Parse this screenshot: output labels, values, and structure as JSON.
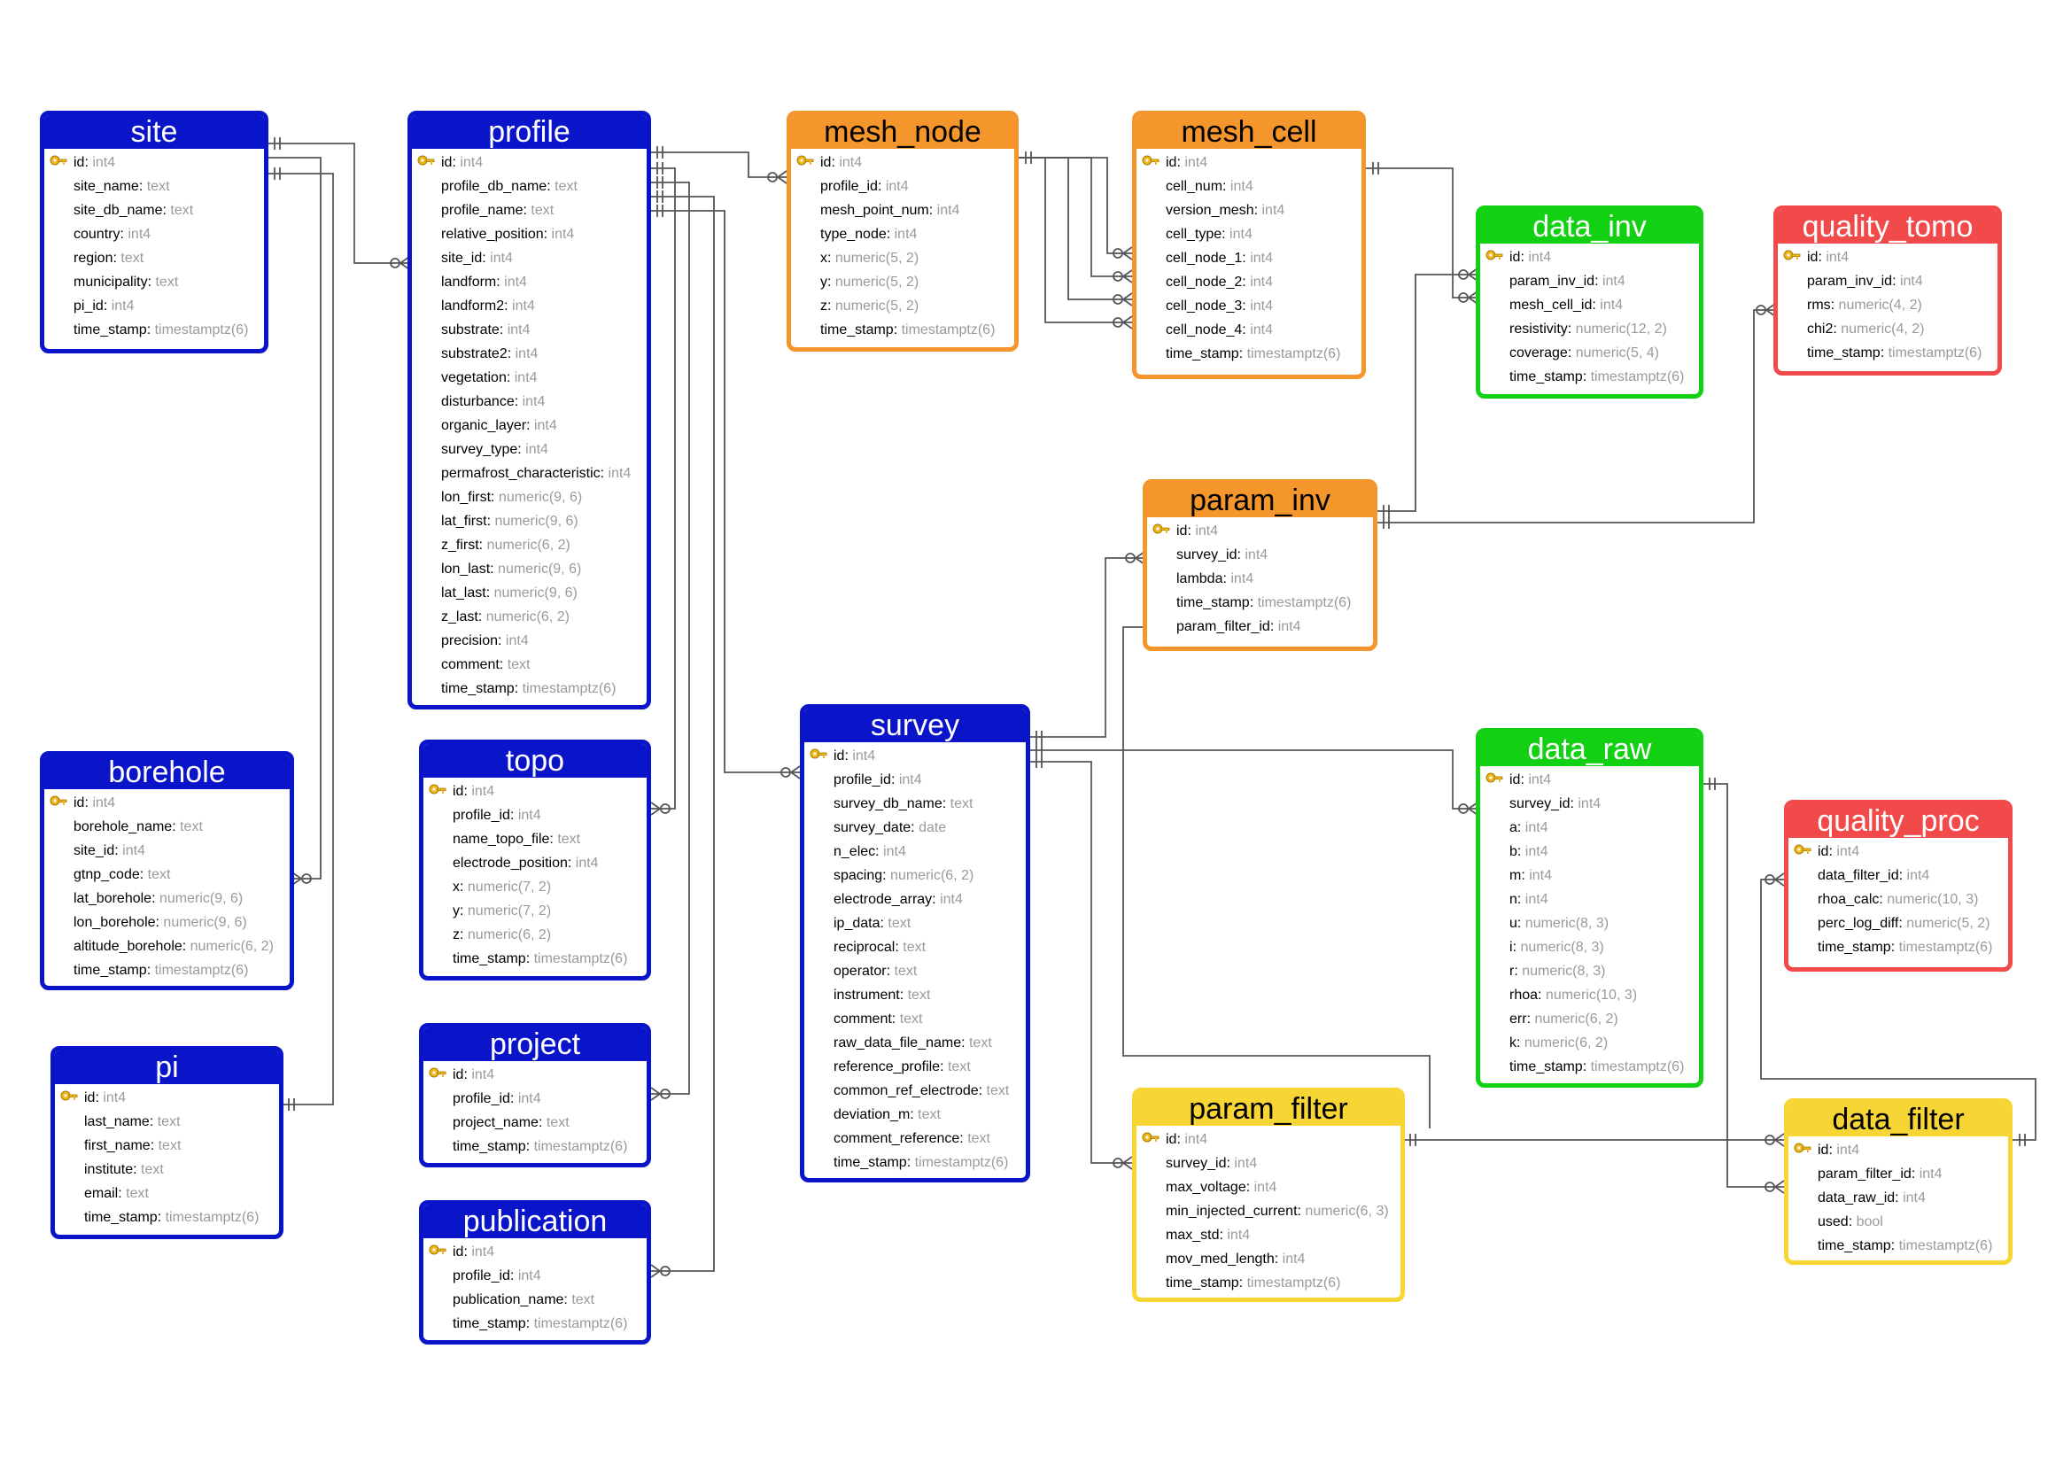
{
  "colors": {
    "core": "#0a14c8",
    "mesh": "#f5962c",
    "inversion_data": "#12d012",
    "quality": "#f24a4a",
    "filter": "#f6d534"
  },
  "icons": {
    "primary_key": "key-icon"
  },
  "tables": {
    "site": {
      "title": "site",
      "fields": [
        {
          "name": "id",
          "type": "int4",
          "pk": true
        },
        {
          "name": "site_name",
          "type": "text"
        },
        {
          "name": "site_db_name",
          "type": "text"
        },
        {
          "name": "country",
          "type": "int4"
        },
        {
          "name": "region",
          "type": "text"
        },
        {
          "name": "municipality",
          "type": "text"
        },
        {
          "name": "pi_id",
          "type": "int4"
        },
        {
          "name": "time_stamp",
          "type": "timestamptz(6)"
        }
      ]
    },
    "profile": {
      "title": "profile",
      "fields": [
        {
          "name": "id",
          "type": "int4",
          "pk": true
        },
        {
          "name": "profile_db_name",
          "type": "text"
        },
        {
          "name": "profile_name",
          "type": "text"
        },
        {
          "name": "relative_position",
          "type": "int4"
        },
        {
          "name": "site_id",
          "type": "int4"
        },
        {
          "name": "landform",
          "type": "int4"
        },
        {
          "name": "landform2",
          "type": "int4"
        },
        {
          "name": "substrate",
          "type": "int4"
        },
        {
          "name": "substrate2",
          "type": "int4"
        },
        {
          "name": "vegetation",
          "type": "int4"
        },
        {
          "name": "disturbance",
          "type": "int4"
        },
        {
          "name": "organic_layer",
          "type": "int4"
        },
        {
          "name": "survey_type",
          "type": "int4"
        },
        {
          "name": "permafrost_characteristic",
          "type": "int4"
        },
        {
          "name": "lon_first",
          "type": "numeric(9, 6)"
        },
        {
          "name": "lat_first",
          "type": "numeric(9, 6)"
        },
        {
          "name": "z_first",
          "type": "numeric(6, 2)"
        },
        {
          "name": "lon_last",
          "type": "numeric(9, 6)"
        },
        {
          "name": "lat_last",
          "type": "numeric(9, 6)"
        },
        {
          "name": "z_last",
          "type": "numeric(6, 2)"
        },
        {
          "name": "precision",
          "type": "int4"
        },
        {
          "name": "comment",
          "type": "text"
        },
        {
          "name": "time_stamp",
          "type": "timestamptz(6)"
        }
      ]
    },
    "borehole": {
      "title": "borehole",
      "fields": [
        {
          "name": "id",
          "type": "int4",
          "pk": true
        },
        {
          "name": "borehole_name",
          "type": "text"
        },
        {
          "name": "site_id",
          "type": "int4"
        },
        {
          "name": "gtnp_code",
          "type": "text"
        },
        {
          "name": "lat_borehole",
          "type": "numeric(9, 6)"
        },
        {
          "name": "lon_borehole",
          "type": "numeric(9, 6)"
        },
        {
          "name": "altitude_borehole",
          "type": "numeric(6, 2)"
        },
        {
          "name": "time_stamp",
          "type": "timestamptz(6)"
        }
      ]
    },
    "pi": {
      "title": "pi",
      "fields": [
        {
          "name": "id",
          "type": "int4",
          "pk": true
        },
        {
          "name": "last_name",
          "type": "text"
        },
        {
          "name": "first_name",
          "type": "text"
        },
        {
          "name": "institute",
          "type": "text"
        },
        {
          "name": "email",
          "type": "text"
        },
        {
          "name": "time_stamp",
          "type": "timestamptz(6)"
        }
      ]
    },
    "topo": {
      "title": "topo",
      "fields": [
        {
          "name": "id",
          "type": "int4",
          "pk": true
        },
        {
          "name": "profile_id",
          "type": "int4"
        },
        {
          "name": "name_topo_file",
          "type": "text"
        },
        {
          "name": "electrode_position",
          "type": "int4"
        },
        {
          "name": "x",
          "type": "numeric(7, 2)"
        },
        {
          "name": "y",
          "type": "numeric(7, 2)"
        },
        {
          "name": "z",
          "type": "numeric(6, 2)"
        },
        {
          "name": "time_stamp",
          "type": "timestamptz(6)"
        }
      ]
    },
    "project": {
      "title": "project",
      "fields": [
        {
          "name": "id",
          "type": "int4",
          "pk": true
        },
        {
          "name": "profile_id",
          "type": "int4"
        },
        {
          "name": "project_name",
          "type": "text"
        },
        {
          "name": "time_stamp",
          "type": "timestamptz(6)"
        }
      ]
    },
    "publication": {
      "title": "publication",
      "fields": [
        {
          "name": "id",
          "type": "int4",
          "pk": true
        },
        {
          "name": "profile_id",
          "type": "int4"
        },
        {
          "name": "publication_name",
          "type": "text"
        },
        {
          "name": "time_stamp",
          "type": "timestamptz(6)"
        }
      ]
    },
    "mesh_node": {
      "title": "mesh_node",
      "fields": [
        {
          "name": "id",
          "type": "int4",
          "pk": true
        },
        {
          "name": "profile_id",
          "type": "int4"
        },
        {
          "name": "mesh_point_num",
          "type": "int4"
        },
        {
          "name": "type_node",
          "type": "int4"
        },
        {
          "name": "x",
          "type": "numeric(5, 2)"
        },
        {
          "name": "y",
          "type": "numeric(5, 2)"
        },
        {
          "name": "z",
          "type": "numeric(5, 2)"
        },
        {
          "name": "time_stamp",
          "type": "timestamptz(6)"
        }
      ]
    },
    "mesh_cell": {
      "title": "mesh_cell",
      "fields": [
        {
          "name": "id",
          "type": "int4",
          "pk": true
        },
        {
          "name": "cell_num",
          "type": "int4"
        },
        {
          "name": "version_mesh",
          "type": "int4"
        },
        {
          "name": "cell_type",
          "type": "int4"
        },
        {
          "name": "cell_node_1",
          "type": "int4"
        },
        {
          "name": "cell_node_2",
          "type": "int4"
        },
        {
          "name": "cell_node_3",
          "type": "int4"
        },
        {
          "name": "cell_node_4",
          "type": "int4"
        },
        {
          "name": "time_stamp",
          "type": "timestamptz(6)"
        }
      ]
    },
    "data_inv": {
      "title": "data_inv",
      "fields": [
        {
          "name": "id",
          "type": "int4",
          "pk": true
        },
        {
          "name": "param_inv_id",
          "type": "int4"
        },
        {
          "name": "mesh_cell_id",
          "type": "int4"
        },
        {
          "name": "resistivity",
          "type": "numeric(12, 2)"
        },
        {
          "name": "coverage",
          "type": "numeric(5, 4)"
        },
        {
          "name": "time_stamp",
          "type": "timestamptz(6)"
        }
      ]
    },
    "quality_tomo": {
      "title": "quality_tomo",
      "fields": [
        {
          "name": "id",
          "type": "int4",
          "pk": true
        },
        {
          "name": "param_inv_id",
          "type": "int4"
        },
        {
          "name": "rms",
          "type": "numeric(4, 2)"
        },
        {
          "name": "chi2",
          "type": "numeric(4, 2)"
        },
        {
          "name": "time_stamp",
          "type": "timestamptz(6)"
        }
      ]
    },
    "param_inv": {
      "title": "param_inv",
      "fields": [
        {
          "name": "id",
          "type": "int4",
          "pk": true
        },
        {
          "name": "survey_id",
          "type": "int4"
        },
        {
          "name": "lambda",
          "type": "int4"
        },
        {
          "name": "time_stamp",
          "type": "timestamptz(6)"
        },
        {
          "name": "param_filter_id",
          "type": "int4"
        }
      ]
    },
    "survey": {
      "title": "survey",
      "fields": [
        {
          "name": "id",
          "type": "int4",
          "pk": true
        },
        {
          "name": "profile_id",
          "type": "int4"
        },
        {
          "name": "survey_db_name",
          "type": "text"
        },
        {
          "name": "survey_date",
          "type": "date"
        },
        {
          "name": "n_elec",
          "type": "int4"
        },
        {
          "name": "spacing",
          "type": "numeric(6, 2)"
        },
        {
          "name": "electrode_array",
          "type": "int4"
        },
        {
          "name": "ip_data",
          "type": "text"
        },
        {
          "name": "reciprocal",
          "type": "text"
        },
        {
          "name": "operator",
          "type": "text"
        },
        {
          "name": "instrument",
          "type": "text"
        },
        {
          "name": "comment",
          "type": "text"
        },
        {
          "name": "raw_data_file_name",
          "type": "text"
        },
        {
          "name": "reference_profile",
          "type": "text"
        },
        {
          "name": "common_ref_electrode",
          "type": "text"
        },
        {
          "name": "deviation_m",
          "type": "text"
        },
        {
          "name": "comment_reference",
          "type": "text"
        },
        {
          "name": "time_stamp",
          "type": "timestamptz(6)"
        }
      ]
    },
    "data_raw": {
      "title": "data_raw",
      "fields": [
        {
          "name": "id",
          "type": "int4",
          "pk": true
        },
        {
          "name": "survey_id",
          "type": "int4"
        },
        {
          "name": "a",
          "type": "int4"
        },
        {
          "name": "b",
          "type": "int4"
        },
        {
          "name": "m",
          "type": "int4"
        },
        {
          "name": "n",
          "type": "int4"
        },
        {
          "name": "u",
          "type": "numeric(8, 3)"
        },
        {
          "name": "i",
          "type": "numeric(8, 3)"
        },
        {
          "name": "r",
          "type": "numeric(8, 3)"
        },
        {
          "name": "rhoa",
          "type": "numeric(10, 3)"
        },
        {
          "name": "err",
          "type": "numeric(6, 2)"
        },
        {
          "name": "k",
          "type": "numeric(6, 2)"
        },
        {
          "name": "time_stamp",
          "type": "timestamptz(6)"
        }
      ]
    },
    "quality_proc": {
      "title": "quality_proc",
      "fields": [
        {
          "name": "id",
          "type": "int4",
          "pk": true
        },
        {
          "name": "data_filter_id",
          "type": "int4"
        },
        {
          "name": "rhoa_calc",
          "type": "numeric(10, 3)"
        },
        {
          "name": "perc_log_diff",
          "type": "numeric(5, 2)"
        },
        {
          "name": "time_stamp",
          "type": "timestamptz(6)"
        }
      ]
    },
    "param_filter": {
      "title": "param_filter",
      "fields": [
        {
          "name": "id",
          "type": "int4",
          "pk": true
        },
        {
          "name": "survey_id",
          "type": "int4"
        },
        {
          "name": "max_voltage",
          "type": "int4"
        },
        {
          "name": "min_injected_current",
          "type": "numeric(6, 3)"
        },
        {
          "name": "max_std",
          "type": "int4"
        },
        {
          "name": "mov_med_length",
          "type": "int4"
        },
        {
          "name": "time_stamp",
          "type": "timestamptz(6)"
        }
      ]
    },
    "data_filter": {
      "title": "data_filter",
      "fields": [
        {
          "name": "id",
          "type": "int4",
          "pk": true
        },
        {
          "name": "param_filter_id",
          "type": "int4"
        },
        {
          "name": "data_raw_id",
          "type": "int4"
        },
        {
          "name": "used",
          "type": "bool"
        },
        {
          "name": "time_stamp",
          "type": "timestamptz(6)"
        }
      ]
    }
  }
}
